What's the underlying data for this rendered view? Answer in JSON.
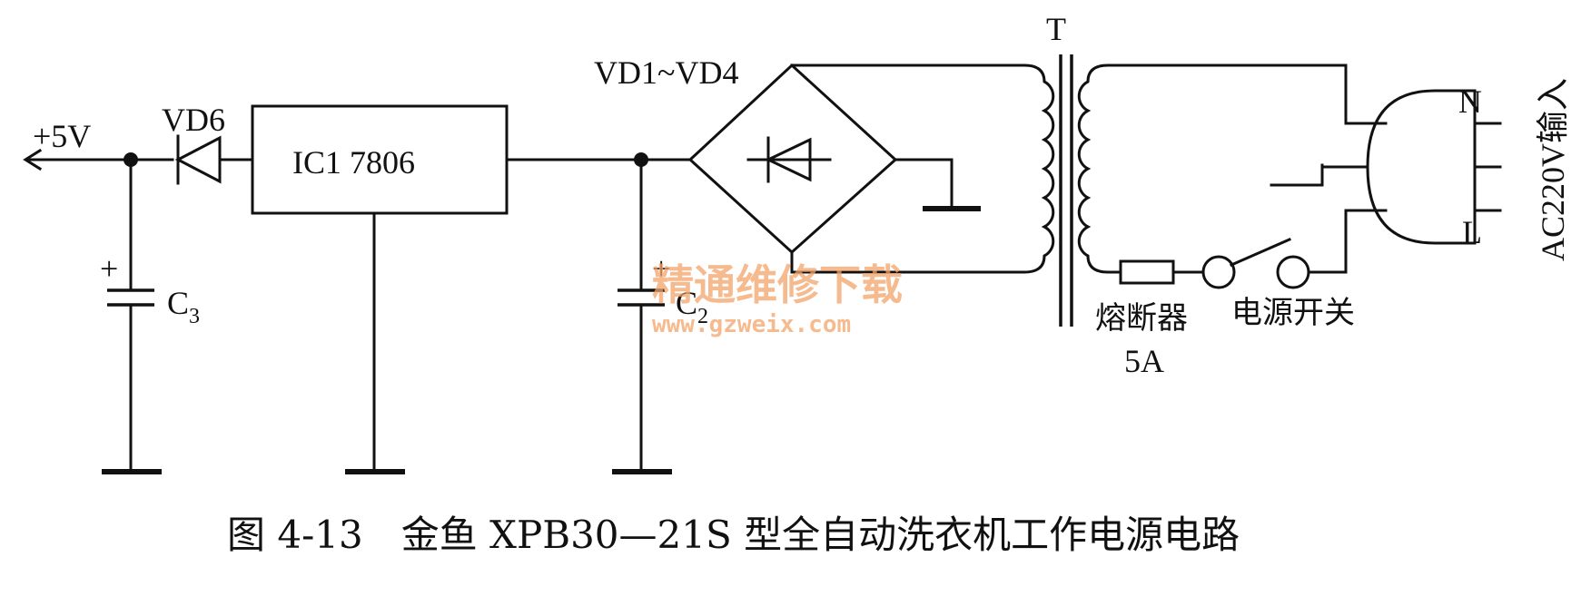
{
  "diagram": {
    "labels": {
      "vcc": "+5V",
      "vd6": "VD6",
      "ic1": "IC1  7806",
      "bridge": "VD1~VD4",
      "transformer": "T",
      "c3": "C",
      "c3_sub": "3",
      "c2": "C",
      "c2_sub": "2",
      "plus_c3": "+",
      "plus_c2": "+",
      "fuse": "熔断器",
      "fuse_rating": "5A",
      "switch": "电源开关",
      "neutral": "N",
      "live": "L",
      "ac_input": "AC220V输入"
    },
    "caption": "图 4-13　金鱼 XPB30—21S 型全自动洗衣机工作电源电路",
    "watermark": {
      "name": "精通维修下载",
      "url": "www.gzweix.com"
    },
    "colors": {
      "line": "#111111",
      "watermark": "#f4a46a"
    }
  }
}
